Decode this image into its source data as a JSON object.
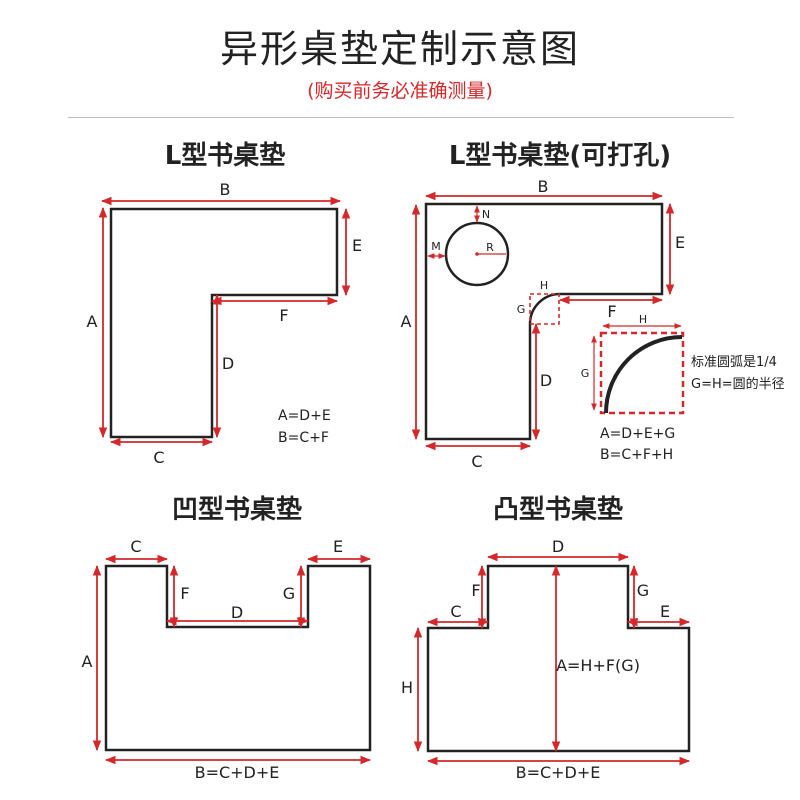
{
  "header": {
    "title": "异形桌垫定制示意图",
    "subtitle": "(购买前务必准确测量)"
  },
  "colors": {
    "accent": "#d4282b",
    "outline": "#222222"
  },
  "panel_l": {
    "title": "L型书桌垫",
    "labels": {
      "a": "A",
      "b": "B",
      "c": "C",
      "d": "D",
      "e": "E",
      "f": "F"
    },
    "formula1": "A=D+E",
    "formula2": "B=C+F"
  },
  "panel_lh": {
    "title": "L型书桌垫(可打孔)",
    "labels": {
      "a": "A",
      "b": "B",
      "c": "C",
      "d": "D",
      "e": "E",
      "f": "F",
      "g": "G",
      "h": "H",
      "m": "M",
      "n": "N",
      "r": "R"
    },
    "zoom_labels": {
      "g": "G",
      "h": "H"
    },
    "note1": "标准圆弧是1/4",
    "note2": "G=H=圆的半径",
    "formula1": "A=D+E+G",
    "formula2": "B=C+F+H"
  },
  "panel_u": {
    "title": "凹型书桌垫",
    "labels": {
      "a": "A",
      "c": "C",
      "d": "D",
      "e": "E",
      "f": "F",
      "g": "G"
    },
    "formula": "B=C+D+E"
  },
  "panel_t": {
    "title": "凸型书桌垫",
    "labels": {
      "c": "C",
      "d": "D",
      "e": "E",
      "f": "F",
      "g": "G",
      "h": "H"
    },
    "inner_formula": "A=H+F(G)",
    "formula": "B=C+D+E"
  }
}
